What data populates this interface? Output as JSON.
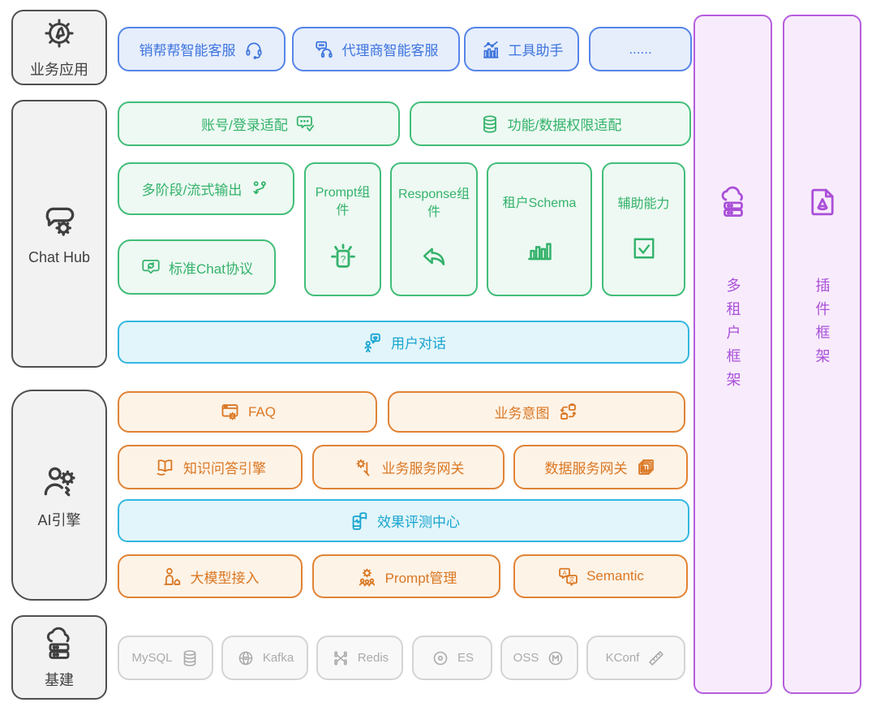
{
  "palette": {
    "blue": "#3d74dd",
    "green": "#34b26b",
    "cyan": "#19a5d0",
    "orange": "#da7723",
    "purple": "#aa50d8",
    "gray": "#ababab",
    "dark": "#3f3f3f"
  },
  "left_rail": {
    "business_apps": {
      "label": "业务应用",
      "icon": "gear-pen-icon"
    },
    "chat_hub": {
      "label": "Chat Hub",
      "icon": "chat-gear-icon"
    },
    "ai_engine": {
      "label": "AI引擎",
      "icon": "person-gear-icon"
    },
    "infrastructure": {
      "label": "基建",
      "icon": "cloud-server-icon"
    }
  },
  "business_apps_row": [
    {
      "label": "销帮帮智能客服",
      "icon": "headset-icon"
    },
    {
      "label": "代理商智能客服",
      "icon": "chat-headset-icon"
    },
    {
      "label": "工具助手",
      "icon": "chart-icon"
    },
    {
      "label": "......"
    }
  ],
  "chat_hub": {
    "account_adapter": "账号/登录适配",
    "permission_adapter": "功能/数据权限适配",
    "multi_stage_stream": "多阶段/流式输出",
    "standard_chat_protocol": "标准Chat协议",
    "prompt_component": "Prompt组件",
    "response_component": "Response组件",
    "tenant_schema": "租户Schema",
    "auxiliary_capability": "辅助能力",
    "user_dialog": "用户对话"
  },
  "ai_engine": {
    "faq": "FAQ",
    "business_intent": "业务意图",
    "knowledge_qa_engine": "知识问答引擎",
    "business_service_gateway": "业务服务网关",
    "data_service_gateway": "数据服务网关",
    "evaluation_center": "效果评测中心",
    "llm_access": "大模型接入",
    "prompt_management": "Prompt管理",
    "semantic": "Semantic"
  },
  "infrastructure_row": [
    {
      "label": "MySQL",
      "icon": "database-icon"
    },
    {
      "label": "Kafka",
      "icon": "globe-live-icon"
    },
    {
      "label": "Redis",
      "icon": "cluster-nodes-icon"
    },
    {
      "label": "ES",
      "icon": "disc-icon"
    },
    {
      "label": "OSS",
      "icon": "circle-m-icon"
    },
    {
      "label": "KConf",
      "icon": "ruler-icon"
    }
  ],
  "right_rail": {
    "multi_tenant_framework": {
      "label": "多租户框架",
      "icon": "cloud-server-icon"
    },
    "plugin_framework": {
      "label": "插件框架",
      "icon": "plugin-doc-icon"
    }
  }
}
